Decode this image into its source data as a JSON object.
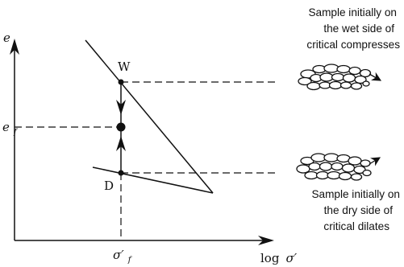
{
  "axes": {
    "y_symbol": "e",
    "x_label_prefix": "log",
    "x_label_symbol": "σ′",
    "ef_main": "e",
    "ef_sub": "f",
    "sigma_f_main": "σ′",
    "sigma_f_sub": "f"
  },
  "points": {
    "wet": "W",
    "dry": "D"
  },
  "notes": {
    "wet": [
      "Sample initially on",
      "the wet side of",
      "critical compresses"
    ],
    "dry": [
      "Sample initially on",
      "the dry side of",
      "critical dilates"
    ]
  }
}
